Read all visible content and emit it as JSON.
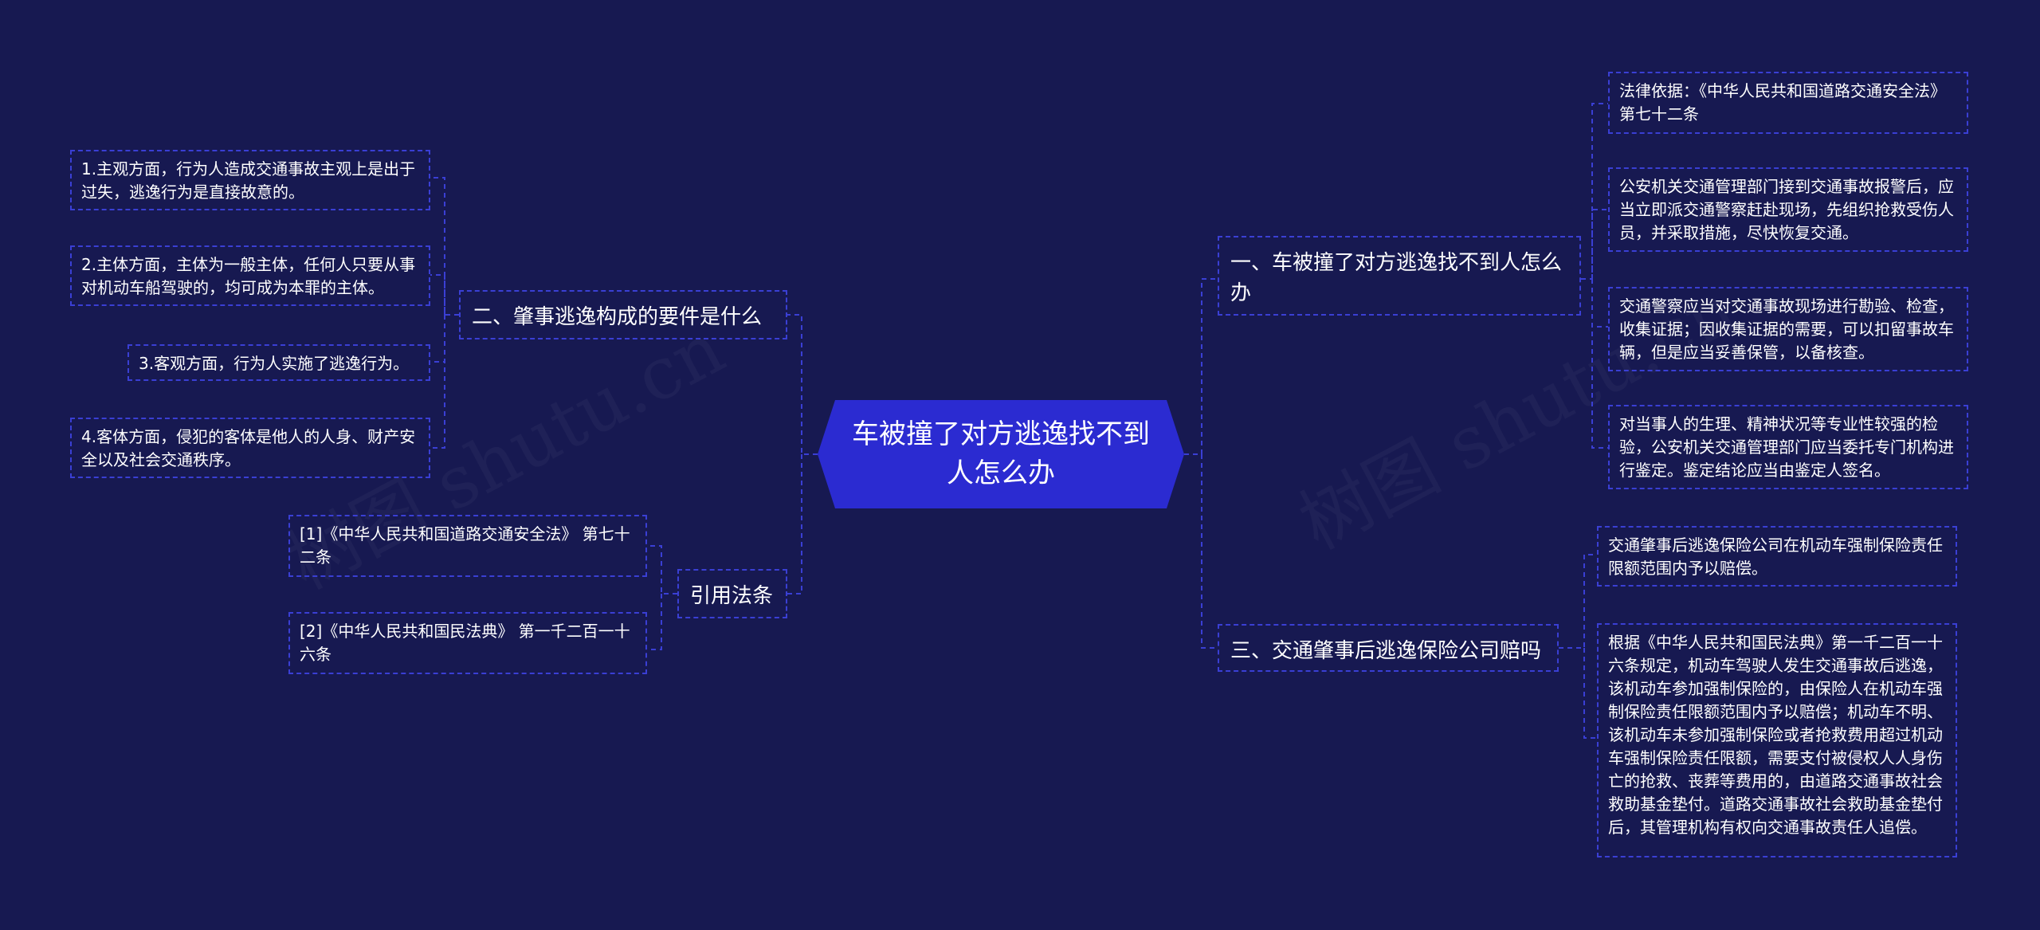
{
  "root": {
    "title": "车被撞了对方逃逸找不到人怎么办"
  },
  "right_branches": [
    {
      "title": "一、车被撞了对方逃逸找不到人怎么办",
      "children": [
        "法律依据：《中华人民共和国道路交通安全法》第七十二条",
        "公安机关交通管理部门接到交通事故报警后，应当立即派交通警察赶赴现场，先组织抢救受伤人员，并采取措施，尽快恢复交通。",
        "交通警察应当对交通事故现场进行勘验、检查，收集证据；因收集证据的需要，可以扣留事故车辆，但是应当妥善保管，以备核查。",
        "对当事人的生理、精神状况等专业性较强的检验，公安机关交通管理部门应当委托专门机构进行鉴定。鉴定结论应当由鉴定人签名。"
      ]
    },
    {
      "title": "三、交通肇事后逃逸保险公司赔吗",
      "children": [
        "交通肇事后逃逸保险公司在机动车强制保险责任限额范围内予以赔偿。",
        "根据《中华人民共和国民法典》第一千二百一十六条规定，机动车驾驶人发生交通事故后逃逸，该机动车参加强制保险的，由保险人在机动车强制保险责任限额范围内予以赔偿；机动车不明、该机动车未参加强制保险或者抢救费用超过机动车强制保险责任限额，需要支付被侵权人人身伤亡的抢救、丧葬等费用的，由道路交通事故社会救助基金垫付。道路交通事故社会救助基金垫付后，其管理机构有权向交通事故责任人追偿。"
      ]
    }
  ],
  "left_branches": [
    {
      "title": "二、肇事逃逸构成的要件是什么",
      "children": [
        "1.主观方面，行为人造成交通事故主观上是出于过失，逃逸行为是直接故意的。",
        "2.主体方面，主体为一般主体，任何人只要从事对机动车船驾驶的，均可成为本罪的主体。",
        "3.客观方面，行为人实施了逃逸行为。",
        "4.客体方面，侵犯的客体是他人的人身、财产安全以及社会交通秩序。"
      ]
    },
    {
      "title": "引用法条",
      "children": [
        "[1]《中华人民共和国道路交通安全法》 第七十二条",
        "[2]《中华人民共和国民法典》 第一千二百一十六条"
      ]
    }
  ],
  "watermark": "树图 shutu.cn",
  "colors": {
    "background": "#171951",
    "root_fill": "#2b2bd1",
    "border": "#3a3fd4"
  }
}
